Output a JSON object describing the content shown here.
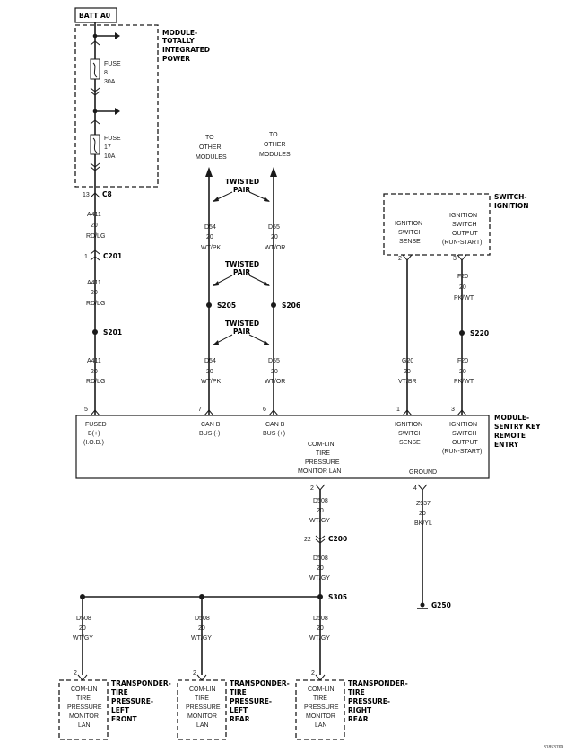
{
  "batt_label": "BATT A0",
  "tip": {
    "title": [
      "MODULE-",
      "TOTALLY",
      "INTEGRATED",
      "POWER"
    ],
    "fuse1": [
      "FUSE",
      "8",
      "30A"
    ],
    "fuse2": [
      "FUSE",
      "17",
      "10A"
    ],
    "connector": "C8",
    "pin": "13"
  },
  "wire_a411": {
    "seg1": [
      "A411",
      "20",
      "RD/LG"
    ],
    "c201": "C201",
    "c201_pin": "1",
    "seg2": [
      "A411",
      "20",
      "RD/LG"
    ],
    "s201": "S201",
    "seg3": [
      "A411",
      "20",
      "RD/LG"
    ]
  },
  "other_modules_left": [
    "TO",
    "OTHER",
    "MODULES"
  ],
  "other_modules_right": [
    "TO",
    "OTHER",
    "MODULES"
  ],
  "twisted_pair": [
    "TWISTED",
    "PAIR"
  ],
  "d54_label": [
    "D54",
    "20",
    "WT/PK"
  ],
  "d55_label": [
    "D55",
    "20",
    "WT/OR"
  ],
  "s205": "S205",
  "s206": "S206",
  "switch_ignition": {
    "title": [
      "SWITCH-",
      "IGNITION"
    ],
    "sense": [
      "IGNITION",
      "SWITCH",
      "SENSE"
    ],
    "output": [
      "IGNITION",
      "SWITCH",
      "OUTPUT",
      "(RUN-START)"
    ],
    "pin_sense": "2",
    "pin_output": "3"
  },
  "g20_label": [
    "G20",
    "20",
    "VT/BR"
  ],
  "f20_label": [
    "F20",
    "20",
    "PK/WT"
  ],
  "s220": "S220",
  "skre": {
    "title": [
      "MODULE-",
      "SENTRY KEY",
      "REMOTE",
      "ENTRY"
    ],
    "fused": [
      "FUSED",
      "B(+)",
      "(I.O.D.)"
    ],
    "can_minus": [
      "CAN B",
      "BUS (-)"
    ],
    "can_plus": [
      "CAN B",
      "BUS (+)"
    ],
    "ign_sense": [
      "IGNITION",
      "SWITCH",
      "SENSE"
    ],
    "ign_output": [
      "IGNITION",
      "SWITCH",
      "OUTPUT",
      "(RUN-START)"
    ],
    "comlin": [
      "COM-LIN",
      "TIRE",
      "PRESSURE",
      "MONITOR LAN"
    ],
    "ground": "GROUND",
    "pins_top": [
      "5",
      "7",
      "6",
      "1",
      "3"
    ],
    "pin_comlin": "2",
    "pin_ground": "4"
  },
  "d508_label": [
    "D508",
    "20",
    "WT/GY"
  ],
  "c200": "C200",
  "c200_pin": "22",
  "s305": "S305",
  "z937_label": [
    "Z937",
    "20",
    "BK/YL"
  ],
  "g250": "G250",
  "transponder_box": [
    "COM-LIN",
    "TIRE",
    "PRESSURE",
    "MONITOR",
    "LAN"
  ],
  "transponders": [
    {
      "title": [
        "TRANSPONDER-",
        "TIRE",
        "PRESSURE-",
        "LEFT",
        "FRONT"
      ],
      "pin": "2"
    },
    {
      "title": [
        "TRANSPONDER-",
        "TIRE",
        "PRESSURE-",
        "LEFT",
        "REAR"
      ],
      "pin": "2"
    },
    {
      "title": [
        "TRANSPONDER-",
        "TIRE",
        "PRESSURE-",
        "RIGHT",
        "REAR"
      ],
      "pin": "2"
    }
  ],
  "figure_id": "81853769"
}
